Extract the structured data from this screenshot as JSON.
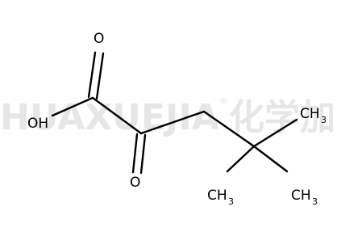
{
  "watermark": {
    "latin": "HUAXUEJIA",
    "registered": "®",
    "cjk": "化学加"
  },
  "atoms": {
    "o_top": "O",
    "o_bottom": "O",
    "oh": "OH",
    "ch3_right_main": "CH",
    "ch3_right_sub": "3",
    "ch3_left_main": "CH",
    "ch3_left_sub": "3",
    "ch3_bottom_main": "CH",
    "ch3_bottom_sub": "3"
  }
}
